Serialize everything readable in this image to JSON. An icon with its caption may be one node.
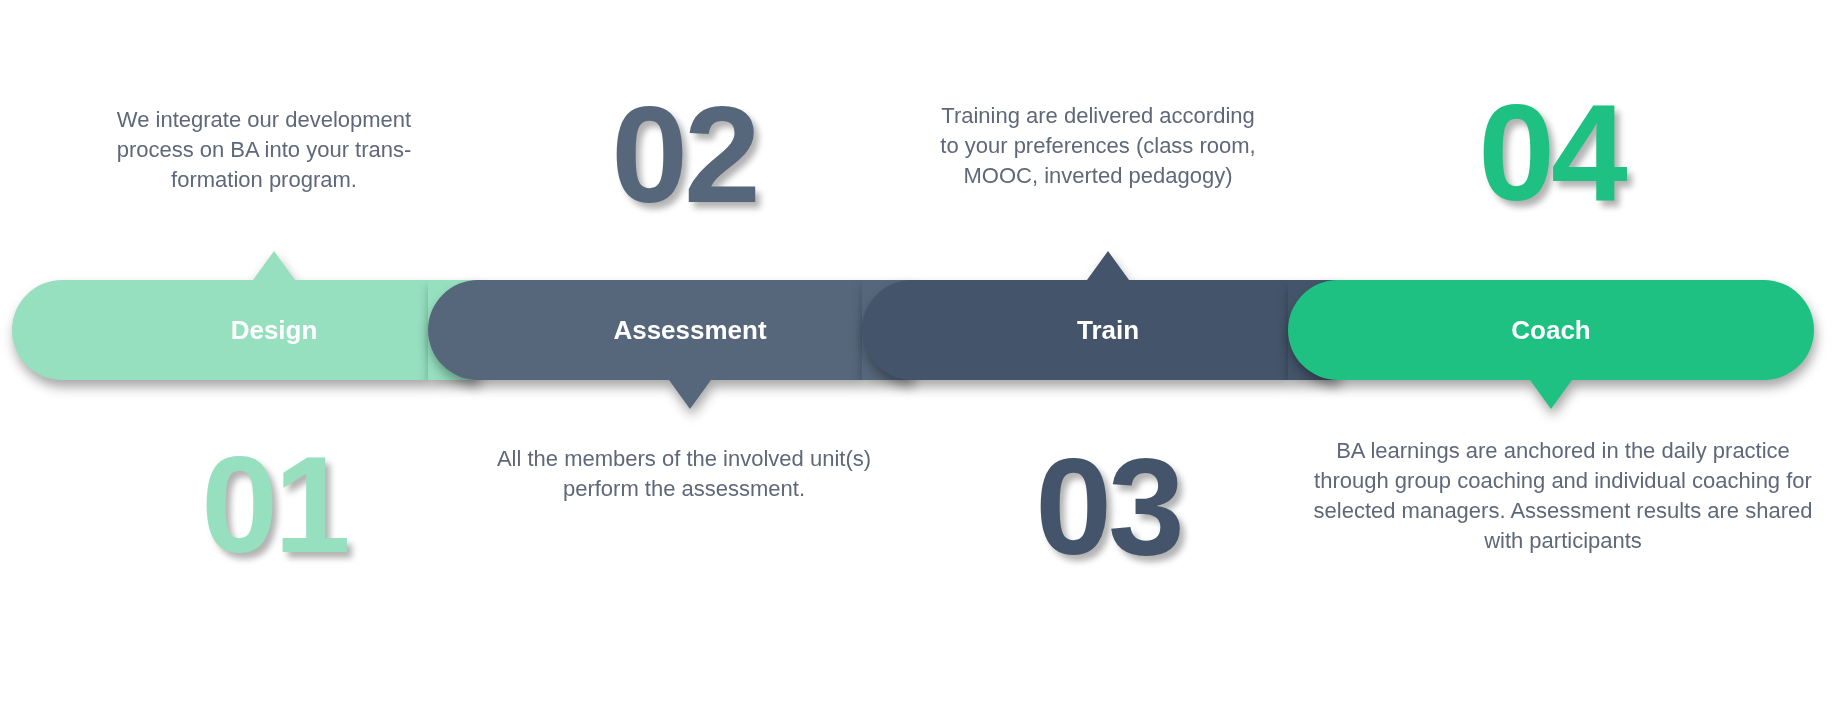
{
  "diagram": {
    "nodes": [
      {
        "text": [
          "Design"
        ],
        "beside": [
          "01",
          "We integrate our development process on BA into your trans- formation program."
        ]
      },
      {
        "text": [
          "Assessment"
        ],
        "beside": [
          "02",
          "All the members of the involved unit(s) perform the assessment."
        ]
      },
      {
        "text": [
          "Train"
        ],
        "beside": [
          "03",
          "Training are delivered according to your preferences (class room, MOOC, inverted pedagogy)"
        ]
      },
      {
        "text": [
          "Coach"
        ],
        "beside": [
          "04",
          "BA learnings are anchored in the daily practice through group coaching and individual coaching for selected managers. Assessment results are shared with participants"
        ]
      }
    ]
  }
}
